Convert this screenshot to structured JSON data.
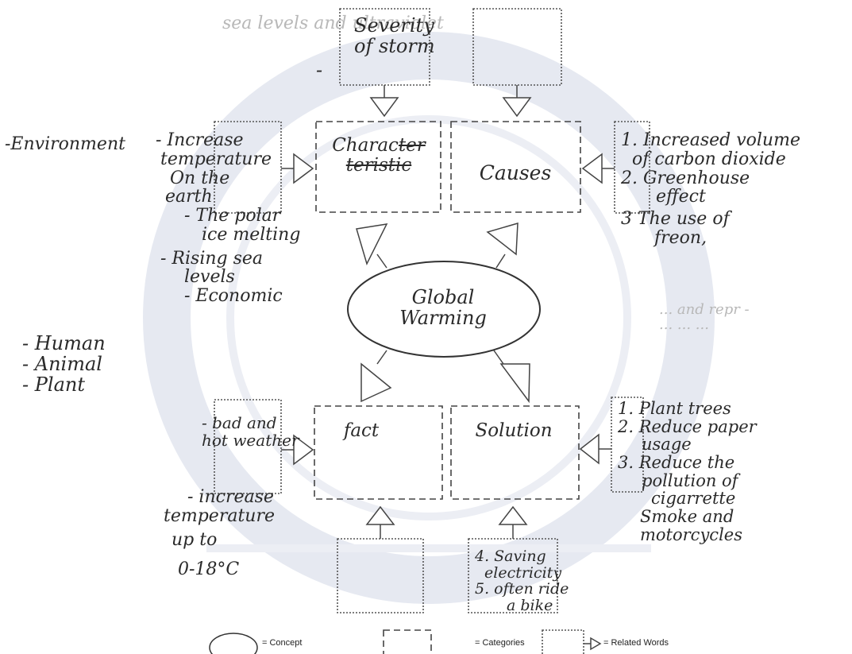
{
  "categories": {
    "top_left": [
      "Charac",
      "ter",
      "teristic"
    ],
    "top_right": "Causes",
    "bottom_left": "fact",
    "bottom_right": "Solution"
  },
  "concept": [
    "Global",
    "Warming"
  ],
  "notes": {
    "severity": [
      "Severity",
      "of storm"
    ],
    "severity_dash": "-",
    "environment": "-Environment",
    "characteristic": [
      "- Increase",
      "temperature",
      "On the",
      "earth",
      "- The polar",
      "ice melting",
      "- Rising sea",
      "levels",
      "- Economic"
    ],
    "living_things": [
      "- Human",
      "- Animal",
      "- Plant"
    ],
    "causes": [
      "1. Increased volume",
      "of carbon dioxide",
      "2. Greenhouse",
      "effect",
      "3 The use of",
      "freon,"
    ],
    "fact_box": [
      "- bad and",
      "hot weather"
    ],
    "fact_more": [
      "- increase",
      "temperature",
      "up to",
      "0-18°C"
    ],
    "solution_list": [
      "1. Plant trees",
      "2. Reduce paper",
      "usage",
      "3. Reduce the",
      "pollution of",
      "cigarrette",
      "Smoke and",
      "motorcycles"
    ],
    "solution_extra": [
      "4. Saving",
      "electricity",
      "5. often ride",
      "a bike"
    ],
    "top_faint": "sea levels and ultraviolet",
    "faint_scribble": [
      "... and repr -",
      "... ... ..."
    ]
  },
  "legend": {
    "concept": "= Concept",
    "categories": "= Categories",
    "related": "= Related Words"
  },
  "colors": {
    "ink": "#2a2a2a",
    "box_border": "#444444",
    "watermark": "#dfe3ee"
  }
}
